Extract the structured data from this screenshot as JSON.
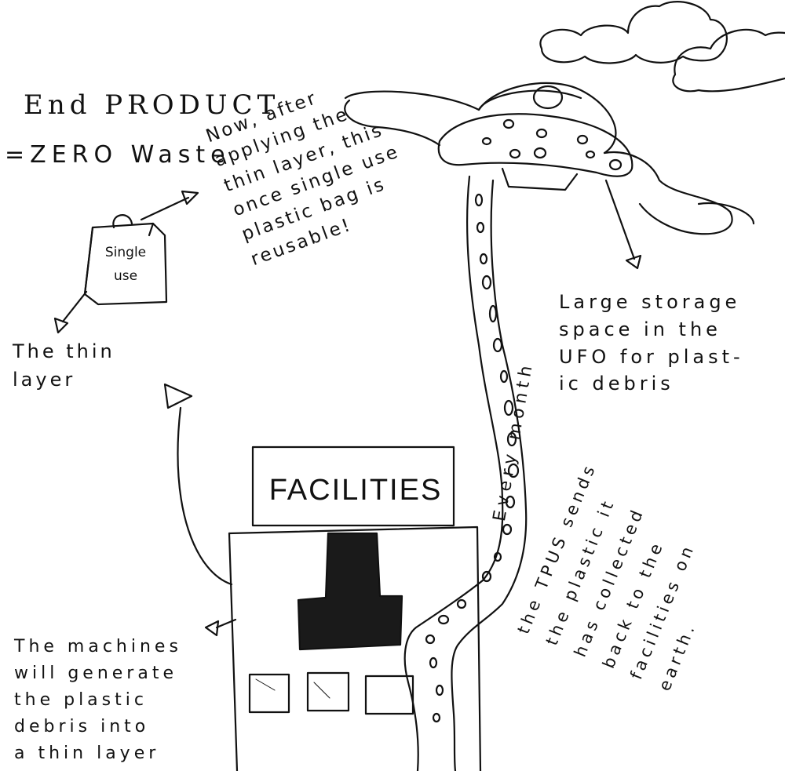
{
  "title": "End PRODUCT",
  "subtitle": "=ZERO Waste",
  "reuse_note": "Now, after\napplying the\nthin layer, this\nonce single use\nplastic bag is\nreusable!",
  "bag": {
    "line1": "Single",
    "line2": "use"
  },
  "thin_layer_label": "The thin\nlayer",
  "machines_note": "The machines\nwill generate\nthe plastic\ndebris into\na thin layer",
  "facilities_sign": "FACILITIES",
  "ufo_note": "Large storage\nspace in the\nUFO for plast-\nic debris",
  "transport_note_line1": "Every month",
  "transport_note_rest": "the TPUS sends\nthe plastic it\nhas collected\nback to the\nfacilities on\nearth."
}
